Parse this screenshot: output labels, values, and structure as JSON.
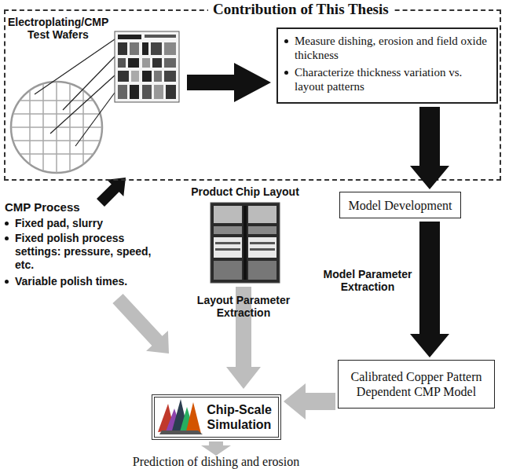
{
  "diagram": {
    "nodes": [
      {
        "text": [
          "Contribution of This Thesis"
        ]
      },
      {
        "text": [
          "Measure dishing, erosion and field oxide thickness",
          "Characterize thickness variation vs. layout patterns"
        ],
        "in": 0
      },
      {
        "text": [
          "Model Development"
        ]
      },
      {
        "text": [
          "Calibrated Copper Pattern Dependent CMP Model"
        ]
      },
      {
        "text": [
          "Chip-Scale Simulation"
        ]
      }
    ],
    "edges": [
      {
        "from": 1,
        "to": 2,
        "arrow": "to"
      },
      {
        "from": 2,
        "to": 3,
        "label": "Model Parameter Extraction",
        "arrow": "to"
      },
      {
        "from": 3,
        "to": 4,
        "arrow": "to"
      }
    ],
    "labels": [
      "Electroplating/CMP Test Wafers",
      "CMP Process",
      "Fixed pad, slurry",
      "Fixed polish process settings: pressure, speed, etc.",
      "Variable polish times.",
      "Product Chip Layout",
      "Layout Parameter Extraction",
      "Prediction of dishing and erosion"
    ]
  }
}
